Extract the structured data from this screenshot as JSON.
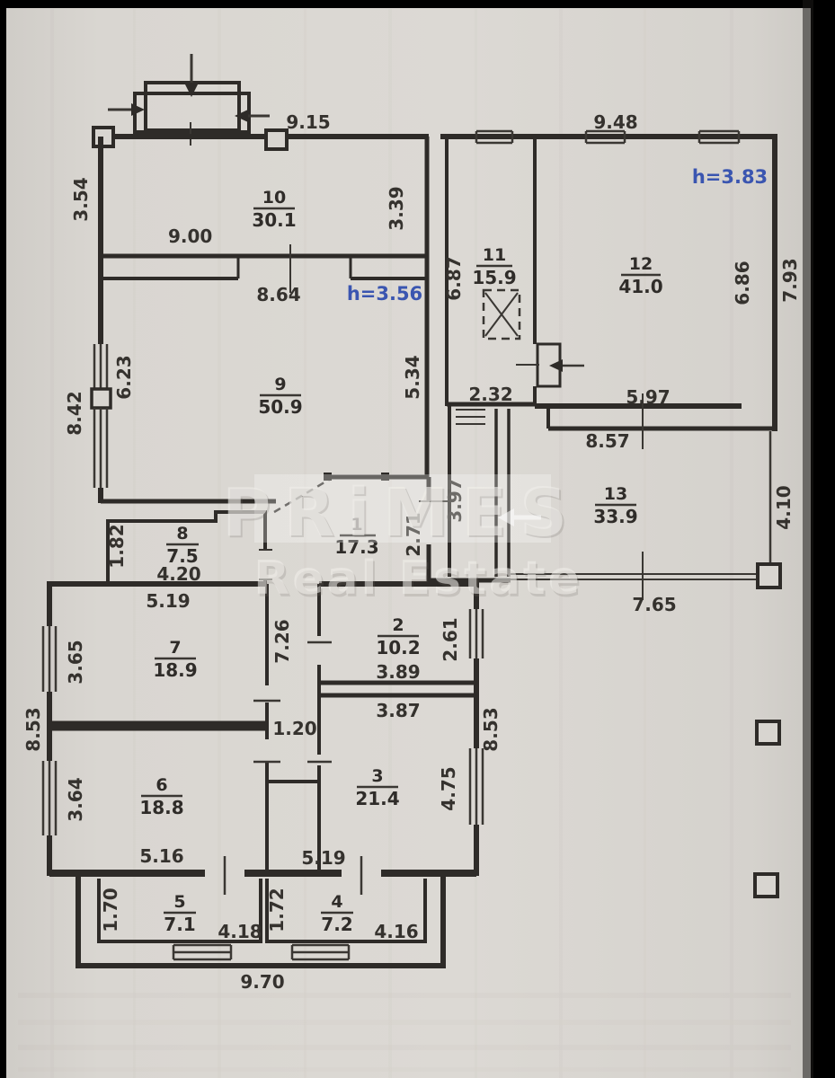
{
  "document": {
    "type": "scanned floor plan",
    "watermark": {
      "brand": "PRiMES",
      "tagline": "Real Estate"
    }
  },
  "colors": {
    "paper": "#d8d5d0",
    "ink": "#2e2b28",
    "height_note_blue": "#3a55b0",
    "scan_border": "#000000",
    "watermark": "#f2f0ec"
  },
  "ceiling_heights": {
    "left_wing": "h=3.56",
    "right_wing": "h=3.83"
  },
  "rooms": [
    {
      "number": "1",
      "area": "17.3"
    },
    {
      "number": "2",
      "area": "10.2"
    },
    {
      "number": "3",
      "area": "21.4"
    },
    {
      "number": "4",
      "area": "7.2"
    },
    {
      "number": "5",
      "area": "7.1"
    },
    {
      "number": "6",
      "area": "18.8"
    },
    {
      "number": "7",
      "area": "18.9"
    },
    {
      "number": "8",
      "area": "7.5"
    },
    {
      "number": "9",
      "area": "50.9"
    },
    {
      "number": "10",
      "area": "30.1"
    },
    {
      "number": "11",
      "area": "15.9"
    },
    {
      "number": "12",
      "area": "41.0"
    },
    {
      "number": "13",
      "area": "33.9"
    }
  ],
  "dims": {
    "w_top_left": "9.15",
    "w_top_right": "9.48",
    "v_left_top": "3.54",
    "w_room10": "9.00",
    "v_room10_right": "3.39",
    "w_room9": "8.64",
    "v_room9_left": "6.23",
    "v_left_mid": "8.42",
    "v_room9_right": "5.34",
    "v_room11_left": "6.87",
    "v_room12_right": "6.86",
    "v_right_out": "7.93",
    "w_vestibule_top": "2.32",
    "w_room12_bottom": "5.97",
    "w_terrace_top": "8.57",
    "v_terrace_right": "4.10",
    "w_terrace_bottom": "7.65",
    "v_vestibule": "3.97",
    "v_hall_right": "2.71",
    "v_room8_left": "1.82",
    "w_room8": "4.20",
    "w_room7_top": "5.19",
    "v_room7_left": "3.65",
    "v_corridor": "7.26",
    "w_corridor": "1.20",
    "v_room2_right": "2.61",
    "w_room2_bottom": "3.89",
    "w_room3_top": "3.87",
    "v_left_low": "8.53",
    "v_right_low": "8.53",
    "v_room6_left": "3.64",
    "v_room3_right": "4.75",
    "w_room6_bottom": "5.16",
    "w_room3_bottom": "5.19",
    "v_room5_left": "1.70",
    "w_room5": "4.18",
    "v_room4_left": "1.72",
    "w_room4": "4.16",
    "w_bottom": "9.70"
  }
}
